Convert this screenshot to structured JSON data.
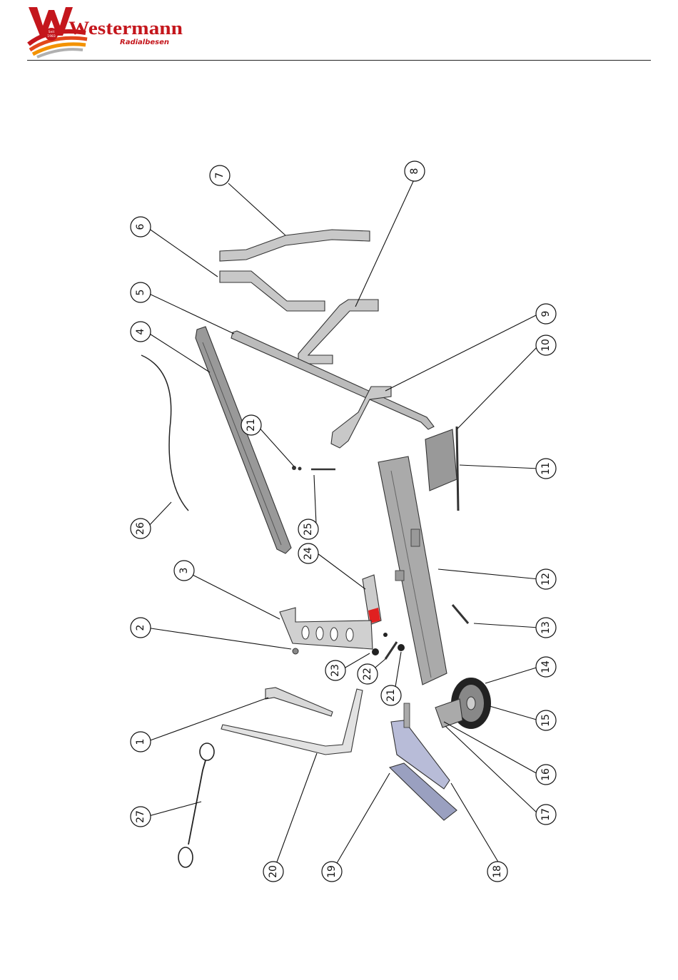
{
  "brand": {
    "name": "Westermann",
    "subtitle": "Radialbesen",
    "badge_line1": "Seit",
    "badge_line2": "1983",
    "colors": {
      "red": "#c4161c",
      "orange": "#f39200",
      "gray": "#9a9a9a"
    }
  },
  "callouts": [
    {
      "id": "c1",
      "label": "1"
    },
    {
      "id": "c2",
      "label": "2"
    },
    {
      "id": "c3",
      "label": "3"
    },
    {
      "id": "c4",
      "label": "4"
    },
    {
      "id": "c5",
      "label": "5"
    },
    {
      "id": "c6",
      "label": "6"
    },
    {
      "id": "c7",
      "label": "7"
    },
    {
      "id": "c8",
      "label": "8"
    },
    {
      "id": "c9",
      "label": "9"
    },
    {
      "id": "c10",
      "label": "10"
    },
    {
      "id": "c11",
      "label": "11"
    },
    {
      "id": "c12",
      "label": "12"
    },
    {
      "id": "c13",
      "label": "13"
    },
    {
      "id": "c14",
      "label": "14"
    },
    {
      "id": "c15",
      "label": "15"
    },
    {
      "id": "c16",
      "label": "16"
    },
    {
      "id": "c17",
      "label": "17"
    },
    {
      "id": "c18",
      "label": "18"
    },
    {
      "id": "c19",
      "label": "19"
    },
    {
      "id": "c20",
      "label": "20"
    },
    {
      "id": "c21a",
      "label": "21"
    },
    {
      "id": "c21b",
      "label": "21"
    },
    {
      "id": "c22",
      "label": "22"
    },
    {
      "id": "c23",
      "label": "23"
    },
    {
      "id": "c24",
      "label": "24"
    },
    {
      "id": "c25",
      "label": "25"
    },
    {
      "id": "c26",
      "label": "26"
    },
    {
      "id": "c27",
      "label": "27"
    }
  ]
}
